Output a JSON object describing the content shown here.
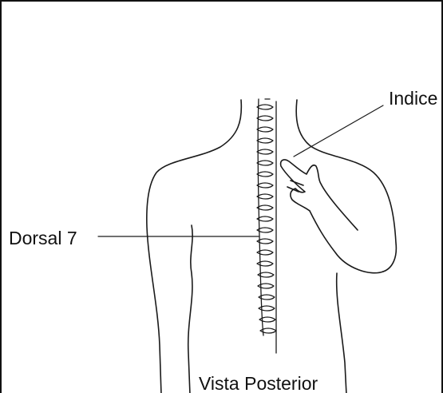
{
  "labels": {
    "indice": "Indice",
    "dorsal": "Dorsal 7",
    "vista": "Vista Posterior"
  }
}
